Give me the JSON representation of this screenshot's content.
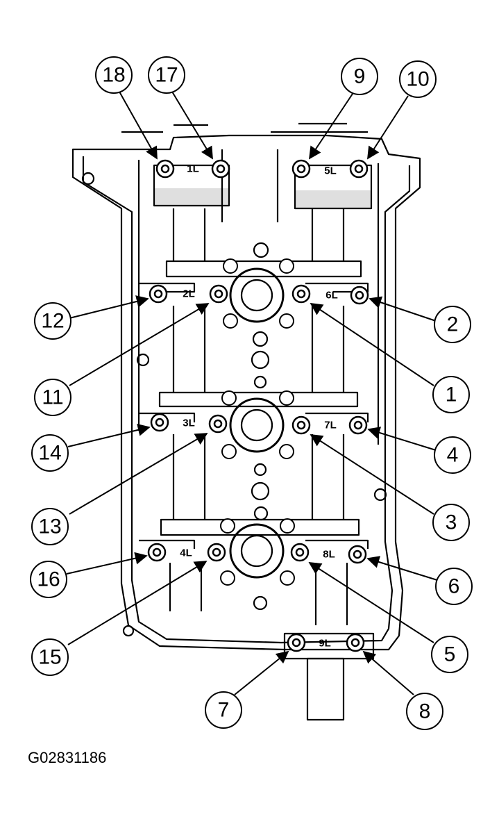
{
  "figure_id": "G02831186",
  "bearing_cap_labels": [
    "1L",
    "5L",
    "2L",
    "6L",
    "3L",
    "7L",
    "4L",
    "8L",
    "9L"
  ],
  "callouts": [
    "1",
    "2",
    "3",
    "4",
    "5",
    "6",
    "7",
    "8",
    "9",
    "10",
    "11",
    "12",
    "13",
    "14",
    "15",
    "16",
    "17",
    "18"
  ],
  "colors": {
    "ink": "#000000",
    "paper": "#ffffff"
  }
}
